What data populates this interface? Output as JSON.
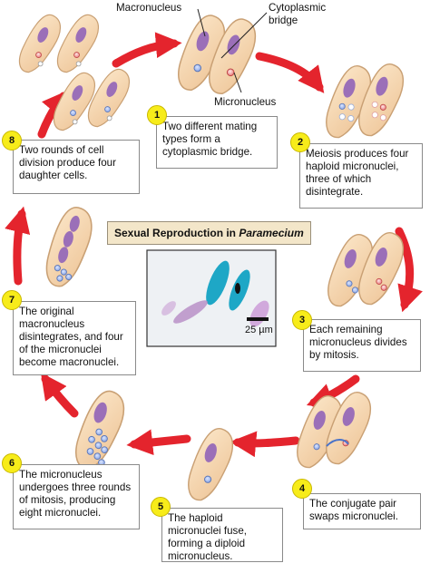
{
  "title": {
    "text": "Sexual Reproduction in ",
    "italic": "Paramecium"
  },
  "labels": {
    "macronucleus": "Macronucleus",
    "cytoplasmic_bridge": "Cytoplasmic bridge",
    "micronucleus": "Micronucleus"
  },
  "steps": [
    {
      "num": "1",
      "text": "Two different mating types form a cytoplasmic bridge."
    },
    {
      "num": "2",
      "text": "Meiosis produces four haploid micronuclei, three of which disintegrate."
    },
    {
      "num": "3",
      "text": "Each remaining micronucleus divides by mitosis."
    },
    {
      "num": "4",
      "text": "The conjugate pair swaps micronuclei."
    },
    {
      "num": "5",
      "text": "The haploid micronuclei fuse, forming a diploid micronucleus."
    },
    {
      "num": "6",
      "text": "The micronucleus undergoes three rounds of mitosis, producing eight micronuclei."
    },
    {
      "num": "7",
      "text": "The original macronucleus disintegrates, and four of the micronuclei become macronuclei."
    },
    {
      "num": "8",
      "text": "Two rounds of cell division produce four daughter cells."
    }
  ],
  "micrograph": {
    "scale_label": "25 µm"
  },
  "colors": {
    "cell_fill": "#f5d7b0",
    "cell_stroke": "#c9a074",
    "macronucleus": "#9b6fb8",
    "arrow": "#e4242d",
    "badge": "#f7ec1a",
    "title_bg": "#f3e6c9"
  }
}
